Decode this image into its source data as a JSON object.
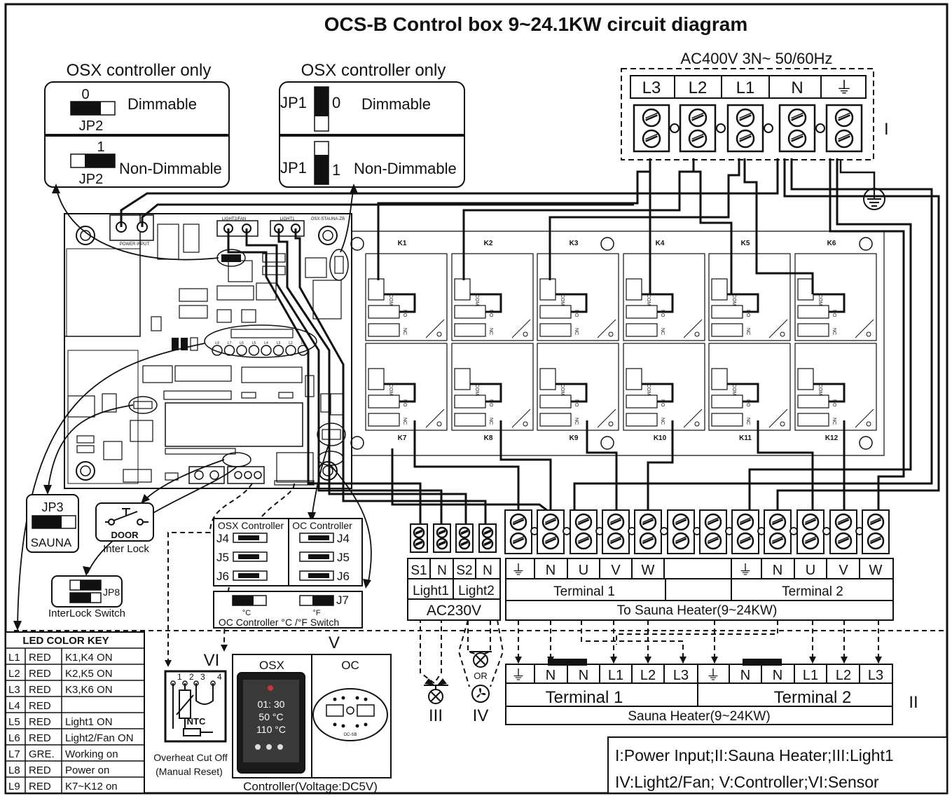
{
  "title": "OCS-B Control  box 9~24.1KW circuit diagram",
  "jp2_panel": {
    "caption": "OSX controller only",
    "top": {
      "pos": "0",
      "label": "Dimmable",
      "jp": "JP2"
    },
    "bottom": {
      "pos": "1",
      "label": "Non-Dimmable",
      "jp": "JP2"
    }
  },
  "jp1_panel": {
    "caption": "OSX controller only",
    "top": {
      "jp": "JP1",
      "pos": "0",
      "label": "Dimmable"
    },
    "bottom": {
      "jp": "JP1",
      "pos": "1",
      "label": "Non-Dimmable"
    }
  },
  "power_input": {
    "header": "AC400V  3N~ 50/60Hz",
    "terminals": [
      "L3",
      "L2",
      "L1",
      "N",
      "⏚"
    ],
    "roman": "I"
  },
  "pcb": {
    "power_input": "POWER INPUT",
    "light2fan": "LIGHT2/FAN",
    "light1": "LIGHT1",
    "board_id": "OSX-STAUNA-ZB",
    "led_row": [
      "L9",
      "L7",
      "L6",
      "L5",
      "L4",
      "L3",
      "L2",
      "L1"
    ]
  },
  "relays": {
    "top": [
      "K1",
      "K2",
      "K3",
      "K4",
      "K5",
      "K6"
    ],
    "bottom": [
      "K7",
      "K8",
      "K9",
      "K10",
      "K11",
      "K12"
    ],
    "com": "COM",
    "no": "NO",
    "nc": "NC"
  },
  "jp3": {
    "name": "JP3",
    "label": "SAUNA"
  },
  "door": {
    "line1": "DOOR",
    "line2": "Inter Lock"
  },
  "jp8": {
    "name": "JP8",
    "label": "InterLock Switch"
  },
  "controller_jumpers": {
    "osx_header": "OSX Controller",
    "oc_header": "OC Controller",
    "rows": [
      "J4",
      "J5",
      "J6"
    ],
    "j7": "J7",
    "deg_c": "°C",
    "deg_f": "°F",
    "switch_label": "OC  Controller °C /°F Switch"
  },
  "light_terminals": {
    "labels": [
      "S1",
      "N",
      "S2",
      "N"
    ],
    "light1": "Light1",
    "light2": "Light2",
    "voltage": "AC230V"
  },
  "heater_terminals": {
    "labels": [
      "⏚",
      "N",
      "U",
      "V",
      "W",
      "",
      "⏚",
      "N",
      "U",
      "V",
      "W"
    ],
    "terminal1": "Terminal 1",
    "terminal2": "Terminal 2",
    "to_heater": "To Sauna Heater(9~24KW)"
  },
  "sauna_heater": {
    "labels": [
      "⏚",
      "N",
      "N",
      "L1",
      "L2",
      "L3",
      "⏚",
      "N",
      "N",
      "L1",
      "L2",
      "L3"
    ],
    "terminal1": "Terminal 1",
    "terminal2": "Terminal 2",
    "caption": "Sauna Heater(9~24KW)",
    "roman": "II"
  },
  "led_key": {
    "title": "LED COLOR KEY",
    "rows": [
      [
        "L1",
        "RED",
        "K1,K4 ON"
      ],
      [
        "L2",
        "RED",
        "K2,K5 ON"
      ],
      [
        "L3",
        "RED",
        "K3,K6 ON"
      ],
      [
        "L4",
        "RED",
        ""
      ],
      [
        "L5",
        "RED",
        "Light1  ON"
      ],
      [
        "L6",
        "RED",
        "Light2/Fan  ON"
      ],
      [
        "L7",
        "GRE.",
        "Working  on"
      ],
      [
        "L8",
        "RED",
        "Power  on"
      ],
      [
        "L9",
        "RED",
        "K7~K12  on"
      ]
    ]
  },
  "sensor": {
    "roman": "VI",
    "pins": [
      "1",
      "2",
      "3",
      "4"
    ],
    "ntc": "NTC",
    "cutoff1": "Overheat Cut Off",
    "cutoff2": "(Manual Reset)"
  },
  "controller": {
    "roman": "V",
    "osx": "OSX",
    "oc": "OC",
    "osx_time": "01: 30",
    "osx_temp1": "50 °C",
    "osx_temp2": "110 °C",
    "oc_model": "OC-SB",
    "caption": "Controller(Voltage:DC5V)"
  },
  "light": {
    "roman": "III"
  },
  "fan": {
    "or": "OR",
    "roman": "IV"
  },
  "legend": {
    "line1": "I:Power  Input;II:Sauna  Heater;III:Light1",
    "line2": "IV:Light2/Fan;  V:Controller;VI:Sensor"
  }
}
